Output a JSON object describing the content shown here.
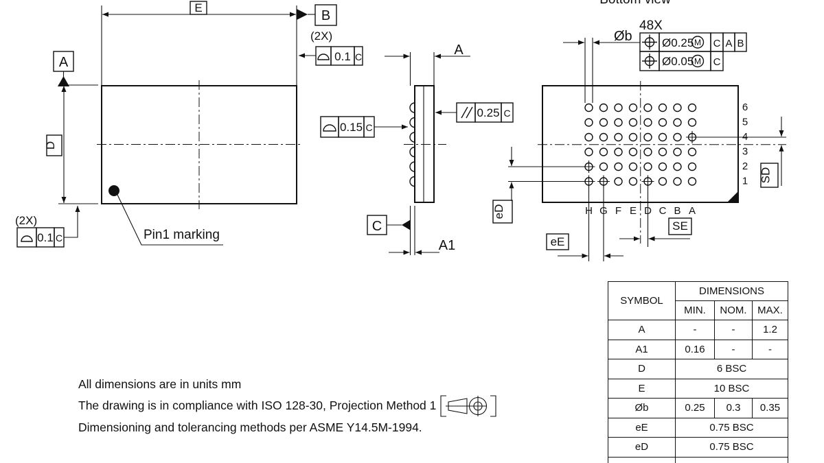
{
  "top_view": {
    "dim_e_label": "E",
    "dim_d_label": "D",
    "datum_a_label": "A",
    "datum_b_label": "B",
    "fcf_top_right": {
      "qty_label": "(2X)",
      "symbol": "profile-of-a-surface",
      "tolerance": "0.1",
      "datum": "C"
    },
    "fcf_bottom_left": {
      "qty_label": "(2X)",
      "symbol": "profile-of-a-surface",
      "tolerance": "0.1",
      "datum": "C"
    },
    "pin1_label": "Pin1 marking"
  },
  "side_view": {
    "dim_a_label": "A",
    "dim_a1_label": "A1",
    "datum_c_label": "C",
    "fcf_profile": {
      "symbol": "profile-of-a-surface",
      "tolerance": "0.15",
      "datum": "C"
    },
    "fcf_parallelism": {
      "symbol": "parallelism",
      "tolerance": "0.25",
      "datum": "C"
    }
  },
  "bottom_view": {
    "title": "Bottom view",
    "ball_qty_label": "48X",
    "ball_dia_label": "Øb",
    "fcf_row1": {
      "symbol": "position",
      "tolerance": "Ø0.25",
      "modifier": "M",
      "datum_1": "C",
      "datum_2": "A",
      "datum_3": "B"
    },
    "fcf_row2": {
      "symbol": "position",
      "tolerance": "Ø0.05",
      "modifier": "M",
      "datum_1": "C"
    },
    "dim_sd_label": "SD",
    "dim_se_label": "SE",
    "dim_ed_label": "eD",
    "dim_ee_label": "eE",
    "grid": {
      "ball_count": 48,
      "col_labels": [
        "H",
        "G",
        "F",
        "E",
        "D",
        "C",
        "B",
        "A"
      ],
      "row_labels": [
        "6",
        "5",
        "4",
        "3",
        "2",
        "1"
      ],
      "crossed_balls": [
        "A4",
        "H2",
        "H1",
        "G1",
        "D1"
      ]
    }
  },
  "notes": {
    "line1": "All dimensions are in units mm",
    "line2": "The drawing is in compliance with ISO 128-30, Projection Method 1",
    "line3": "Dimensioning and tolerancing methods per ASME Y14.5M-1994."
  },
  "table": {
    "symbol_header": "SYMBOL",
    "dimensions_header": "DIMENSIONS",
    "min_header": "MIN.",
    "nom_header": "NOM.",
    "max_header": "MAX.",
    "rows": [
      {
        "symbol": "A",
        "min": "-",
        "nom": "-",
        "max": "1.2"
      },
      {
        "symbol": "A1",
        "min": "0.16",
        "nom": "-",
        "max": "-"
      },
      {
        "symbol": "D",
        "value": "6 BSC"
      },
      {
        "symbol": "E",
        "value": "10 BSC"
      },
      {
        "symbol": "Øb",
        "min": "0.25",
        "nom": "0.3",
        "max": "0.35"
      },
      {
        "symbol": "eE",
        "value": "0.75 BSC"
      },
      {
        "symbol": "eD",
        "value": "0.75 BSC"
      }
    ]
  }
}
